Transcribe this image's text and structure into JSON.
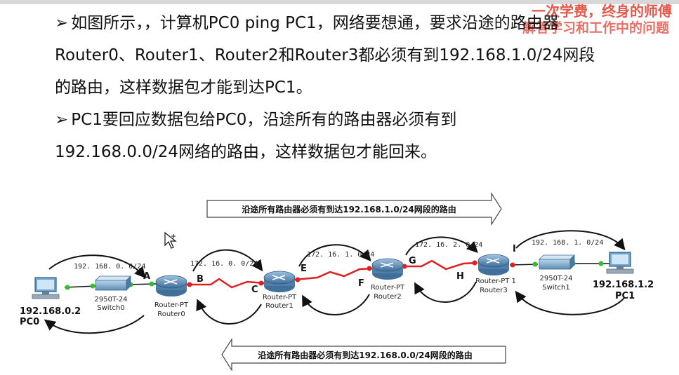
{
  "watermark": {
    "line1": "一次学费，终身的师傅",
    "line2": "解答学习和工作中的问题"
  },
  "paragraphs": [
    {
      "bullet": "➢",
      "lines": [
        "如图所示，，计算机PC0 ping PC1，网络要想通，要求沿途的路由器",
        "Router0、Router1、Router2和Router3都必须有到192.168.1.0/24网段",
        "的路由，这样数据包才能到达PC1。"
      ]
    },
    {
      "bullet": "➢",
      "lines": [
        "PC1要回应数据包给PC0，沿途所有的路由器必须有到",
        "192.168.0.0/24网络的路由，这样数据包才能回来。"
      ]
    }
  ],
  "diagram": {
    "top_arrow": "沿途所有路由器必须有到达192.168.1.0/24网段的路由",
    "bottom_arrow": "沿途所有路由器必须有到达192.168.0.0/24网段的路由",
    "interfaces": [
      "A",
      "B",
      "C",
      "E",
      "F",
      "G",
      "H",
      "I"
    ],
    "networks": [
      "192. 168. 0. 0/24",
      "172. 16. 0. 0/24",
      "172. 16. 1. 0/24",
      "172. 16. 2. 0/24",
      "192. 168. 1. 0/24"
    ],
    "switch0": {
      "model": "2950T-24",
      "name": "Switch0"
    },
    "switch1": {
      "model": "2950T-24",
      "name": "Switch1"
    },
    "routers": [
      {
        "model": "Router-PT",
        "name": "Router0"
      },
      {
        "model": "Router-PT",
        "name": "Router1"
      },
      {
        "model": "Router-PT",
        "name": "Router2"
      },
      {
        "model": "Router-PT 1",
        "name": "Router3"
      }
    ],
    "pc0": {
      "ip": "192.168.0.2",
      "name": "PC0"
    },
    "pc1": {
      "ip": "192.168.1.2",
      "name": "PC1"
    }
  }
}
